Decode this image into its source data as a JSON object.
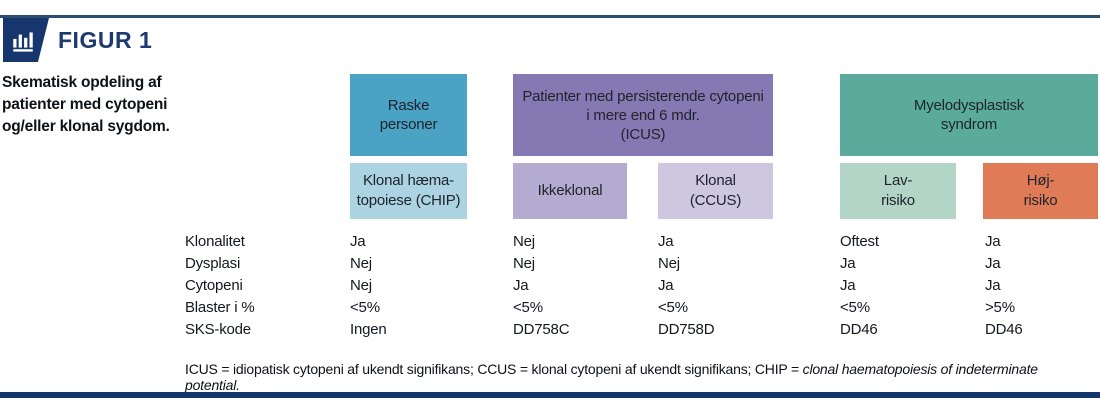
{
  "header": {
    "figure_label": "FIGUR 1",
    "description": "Skematisk opdeling af\npatienter med cytopeni\nog/eller klonal sygdom."
  },
  "colors": {
    "navy": "#17366d",
    "raske": "#4aa2c4",
    "chip": "#abd3e2",
    "icus": "#8678b2",
    "ikkeklonal": "#b4abd0",
    "ccus": "#cdc7e0",
    "mds": "#5aab9c",
    "lav": "#b2d5c8",
    "hoj": "#e07b58"
  },
  "groups": [
    {
      "title": "Raske\npersoner"
    },
    {
      "title": "Patienter med persisterende cytopeni\ni mere end 6 mdr.\n(ICUS)"
    },
    {
      "title": "Myelodysplastisk\nsyndrom"
    }
  ],
  "subgroups": [
    {
      "title": "Klonal hæma-\ntopoiese (CHIP)"
    },
    {
      "title": "Ikkeklonal"
    },
    {
      "title": "Klonal\n(CCUS)"
    },
    {
      "title": "Lav-\nrisiko"
    },
    {
      "title": "Høj-\nrisiko"
    }
  ],
  "table": {
    "row_labels": [
      "Klonalitet",
      "Dysplasi",
      "Cytopeni",
      "Blaster i %",
      "SKS-kode"
    ],
    "columns": [
      {
        "name": "chip",
        "values": [
          "Ja",
          "Nej",
          "Nej",
          "<5%",
          "Ingen"
        ]
      },
      {
        "name": "ikkeklonal",
        "values": [
          "Nej",
          "Nej",
          "Ja",
          "<5%",
          "DD758C"
        ]
      },
      {
        "name": "ccus",
        "values": [
          "Ja",
          "Nej",
          "Ja",
          "<5%",
          "DD758D"
        ]
      },
      {
        "name": "lav-risiko",
        "values": [
          "Oftest",
          "Ja",
          "Ja",
          "<5%",
          "DD46"
        ]
      },
      {
        "name": "hoj-risiko",
        "values": [
          "Ja",
          "Ja",
          "Ja",
          ">5%",
          "DD46"
        ]
      }
    ]
  },
  "footnote": {
    "regular": "ICUS = idiopatisk cytopeni af ukendt signifikans; CCUS = klonal cytopeni af ukendt signifikans; CHIP = ",
    "italic": "clonal haematopoiesis of indeterminate potential."
  }
}
